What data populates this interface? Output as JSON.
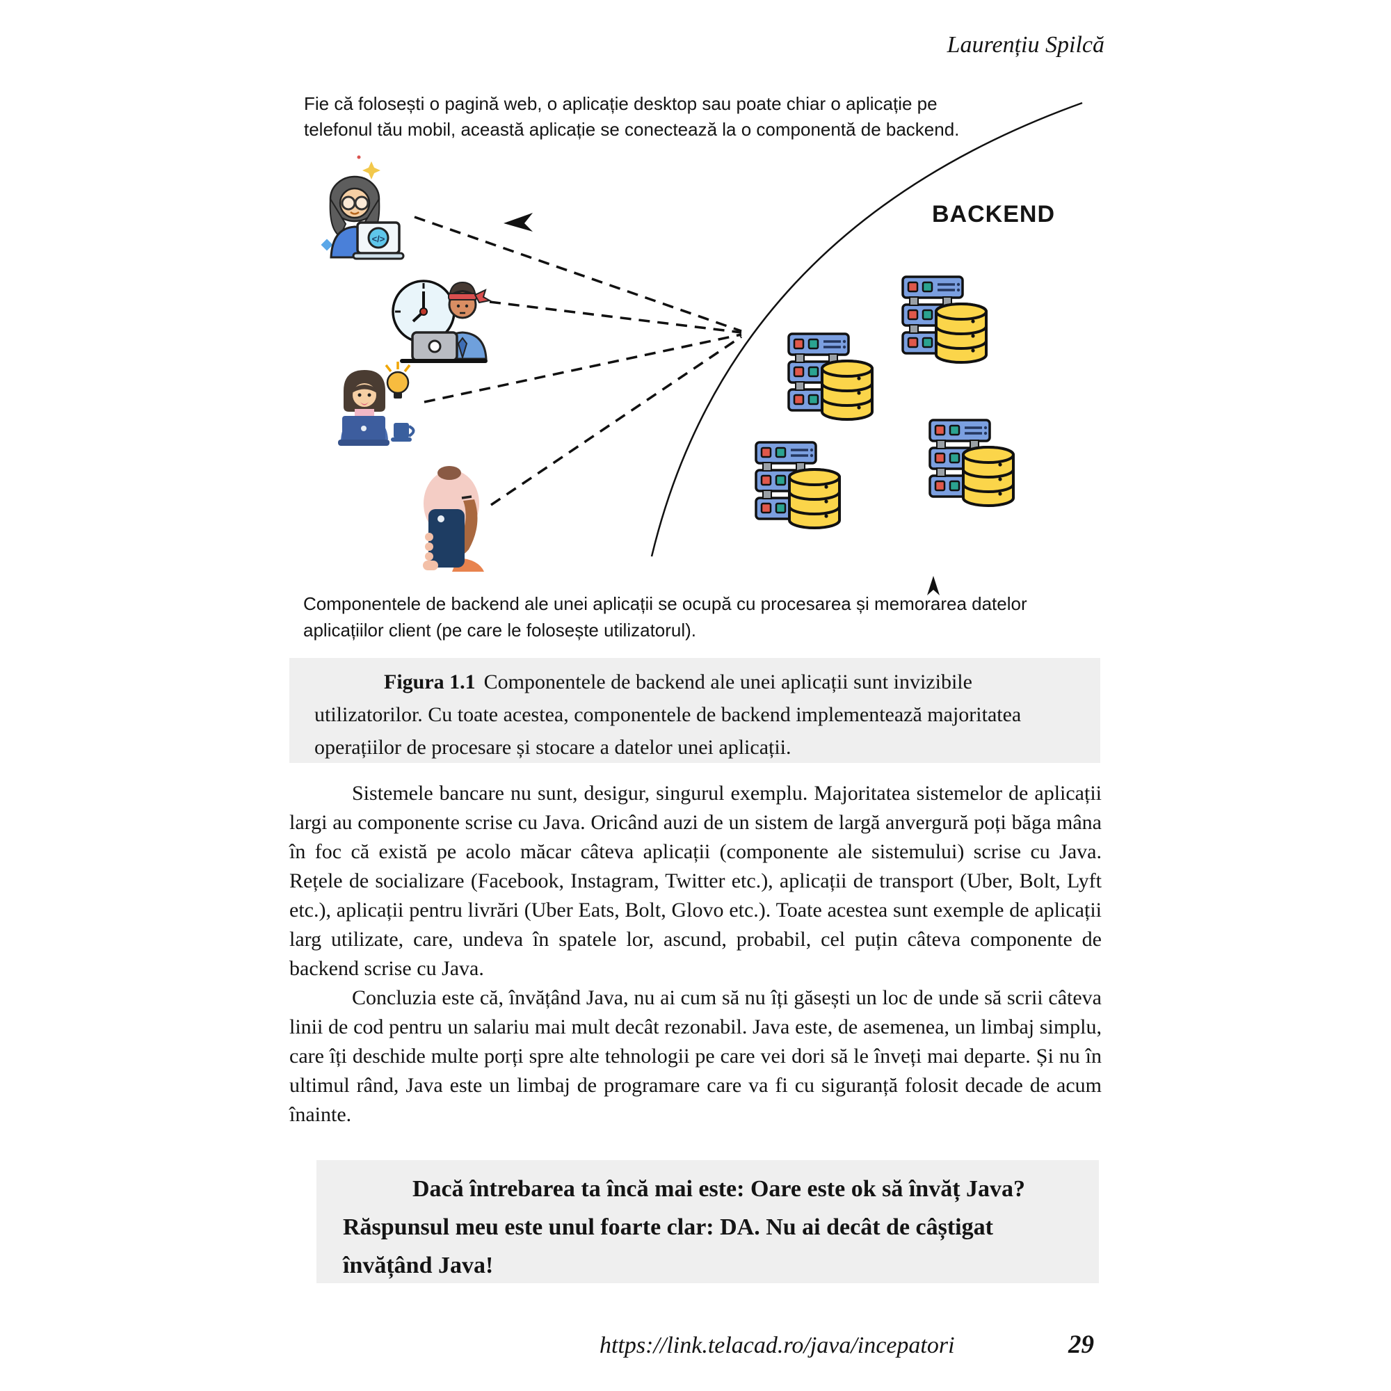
{
  "page": {
    "header_author": "Laurențiu Spilcă",
    "footer_url": "https://link.telacad.ro/java/incepatori",
    "footer_page": "29"
  },
  "figure": {
    "intro": "Fie că folosești o pagină web, o aplicație desktop sau poate chiar o aplicație pe\ntelefonul tău mobil, această aplicație se conectează la o componentă de backend.",
    "backend_label": "BACKEND",
    "code_symbol": "</>",
    "caption": "Componentele de backend ale unei aplicații se ocupă cu procesarea și memorarea datelor\naplicațiilor client (pe care le folosește utilizatorul).",
    "icons": [
      "web-user-developer-icon",
      "desktop-user-clock-icon",
      "idea-user-laptop-icon",
      "mobile-user-phone-icon",
      "cursor-arrow-icon",
      "up-arrow-icon",
      "server-database-icon",
      "frontend-backend-boundary-curve"
    ],
    "colors": {
      "server_blue": "#7b9fe0",
      "db_yellow": "#fbd54a",
      "light_red": "#e0584b",
      "light_green": "#2ba390",
      "box_bg": "#efefef",
      "text": "#141414"
    }
  },
  "figura_box": {
    "label": "Figura 1.1",
    "text": "Componentele de backend ale unei aplicații sunt invizibile utilizatorilor. Cu toate acestea, componentele de backend implementează majoritatea operațiilor de procesare și stocare a datelor unei aplicații."
  },
  "body": {
    "para1": "Sistemele bancare nu sunt, desigur, singurul exemplu. Majoritatea sistemelor de aplicații largi au componente scrise cu Java. Oricând auzi de un sistem de largă anvergură poți băga mâna în foc că există pe acolo măcar câteva aplicații (componente ale sistemului) scrise cu Java. Rețele de socializare (Facebook, Instagram, Twitter etc.), aplicații de transport (Uber, Bolt, Lyft etc.), aplicații pentru livrări (Uber Eats, Bolt, Glovo etc.). Toate acestea sunt exemple de aplicații larg utilizate, care, undeva în spatele lor, ascund, probabil, cel puțin câteva componente de backend scrise cu Java.",
    "para2": "Concluzia este că, învățând Java, nu ai cum să nu îți găsești un loc de unde să scrii câteva linii de cod pentru un salariu mai mult decât rezonabil. Java este, de asemenea, un limbaj simplu, care îți deschide multe porți spre alte tehnologii pe care vei dori să le înveți mai departe. Și nu în ultimul rând, Java este un limbaj de programare care va fi cu siguranță folosit decade de acum înainte."
  },
  "question_box": {
    "text": "Dacă întrebarea ta încă mai este: Oare este ok să învăț Java? Răspunsul meu este unul foarte clar: DA. Nu ai decât de câștigat învățând Java!"
  }
}
